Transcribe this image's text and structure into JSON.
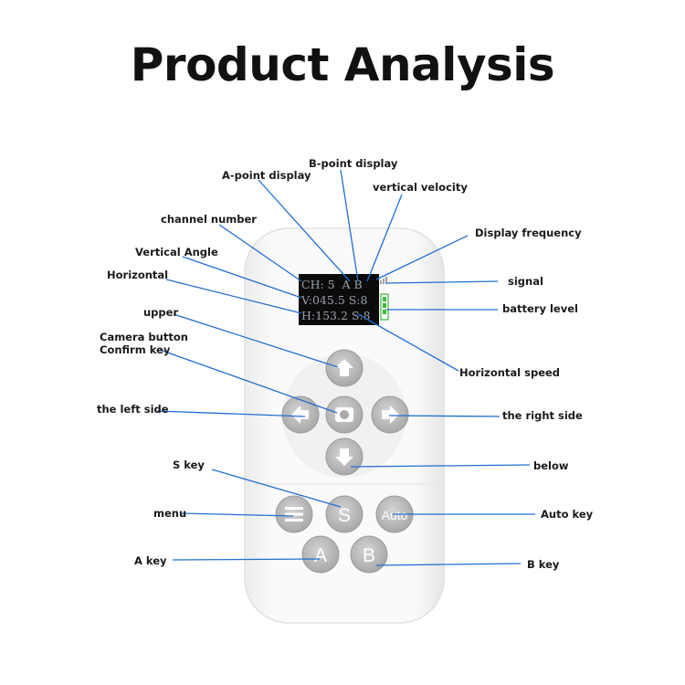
{
  "title": "Product Analysis",
  "display": {
    "line1": "CH: 5  A B",
    "line2": "V:045.5 S:8",
    "line3": "H:153.2 S:8"
  },
  "buttons": {
    "s_key": "S",
    "auto_key": "Auto",
    "a_key": "A",
    "b_key": "B"
  },
  "labels": {
    "a_point_display": "A-point display",
    "b_point_display": "B-point display",
    "vertical_velocity": "vertical velocity",
    "channel_number": "channel number",
    "display_frequency": "Display frequency",
    "vertical_angle": "Vertical Angle",
    "horizontal": "Horizontal",
    "signal": "signal",
    "battery_level": "battery level",
    "upper": "upper",
    "camera_button": "Camera button",
    "confirm_key": "Confirm key",
    "horizontal_speed": "Horizontal speed",
    "left_side": "the left side",
    "right_side": "the right side",
    "s_key": "S key",
    "below": "below",
    "menu": "menu",
    "auto_key": "Auto key",
    "a_key": "A key",
    "b_key": "B key"
  },
  "colors": {
    "leader_line": "#1f6fd1",
    "remote_body": "#f7f7f7",
    "button_fill": "#b9b9b9",
    "screen_bg": "#0b0b0b",
    "battery": "#3db83d"
  }
}
